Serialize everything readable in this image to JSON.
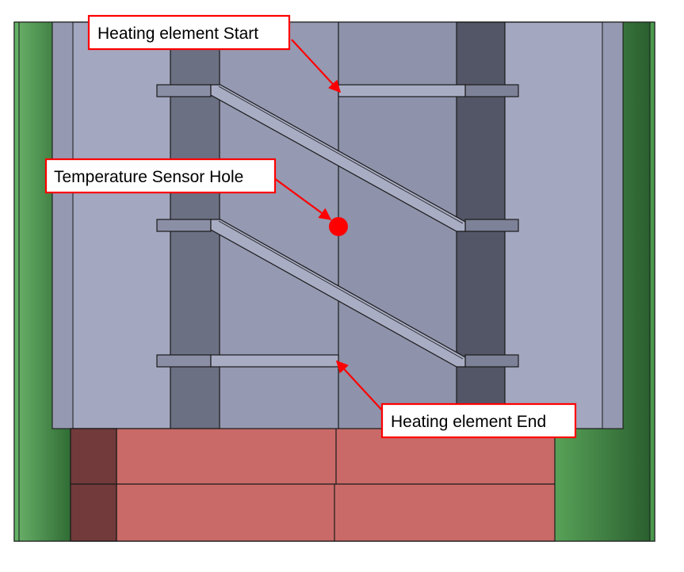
{
  "labels": {
    "heating_start": "Heating element Start",
    "sensor_hole": "Temperature Sensor Hole",
    "heating_end": "Heating element End"
  },
  "colors": {
    "outer_green_light": "#5ea55e",
    "outer_green_dark": "#2f6b34",
    "body_light": "#a3a7bf",
    "body_mid": "#8e92aa",
    "column_dark": "#6c7083",
    "column_darker": "#535666",
    "ledge": "#8b8fa6",
    "block_red": "#c96a68",
    "block_dark": "#723a3a",
    "annotation_red": "#ff0000",
    "outline": "#1a1a1a"
  },
  "icons": {
    "sensor_marker": "red-dot-icon"
  }
}
